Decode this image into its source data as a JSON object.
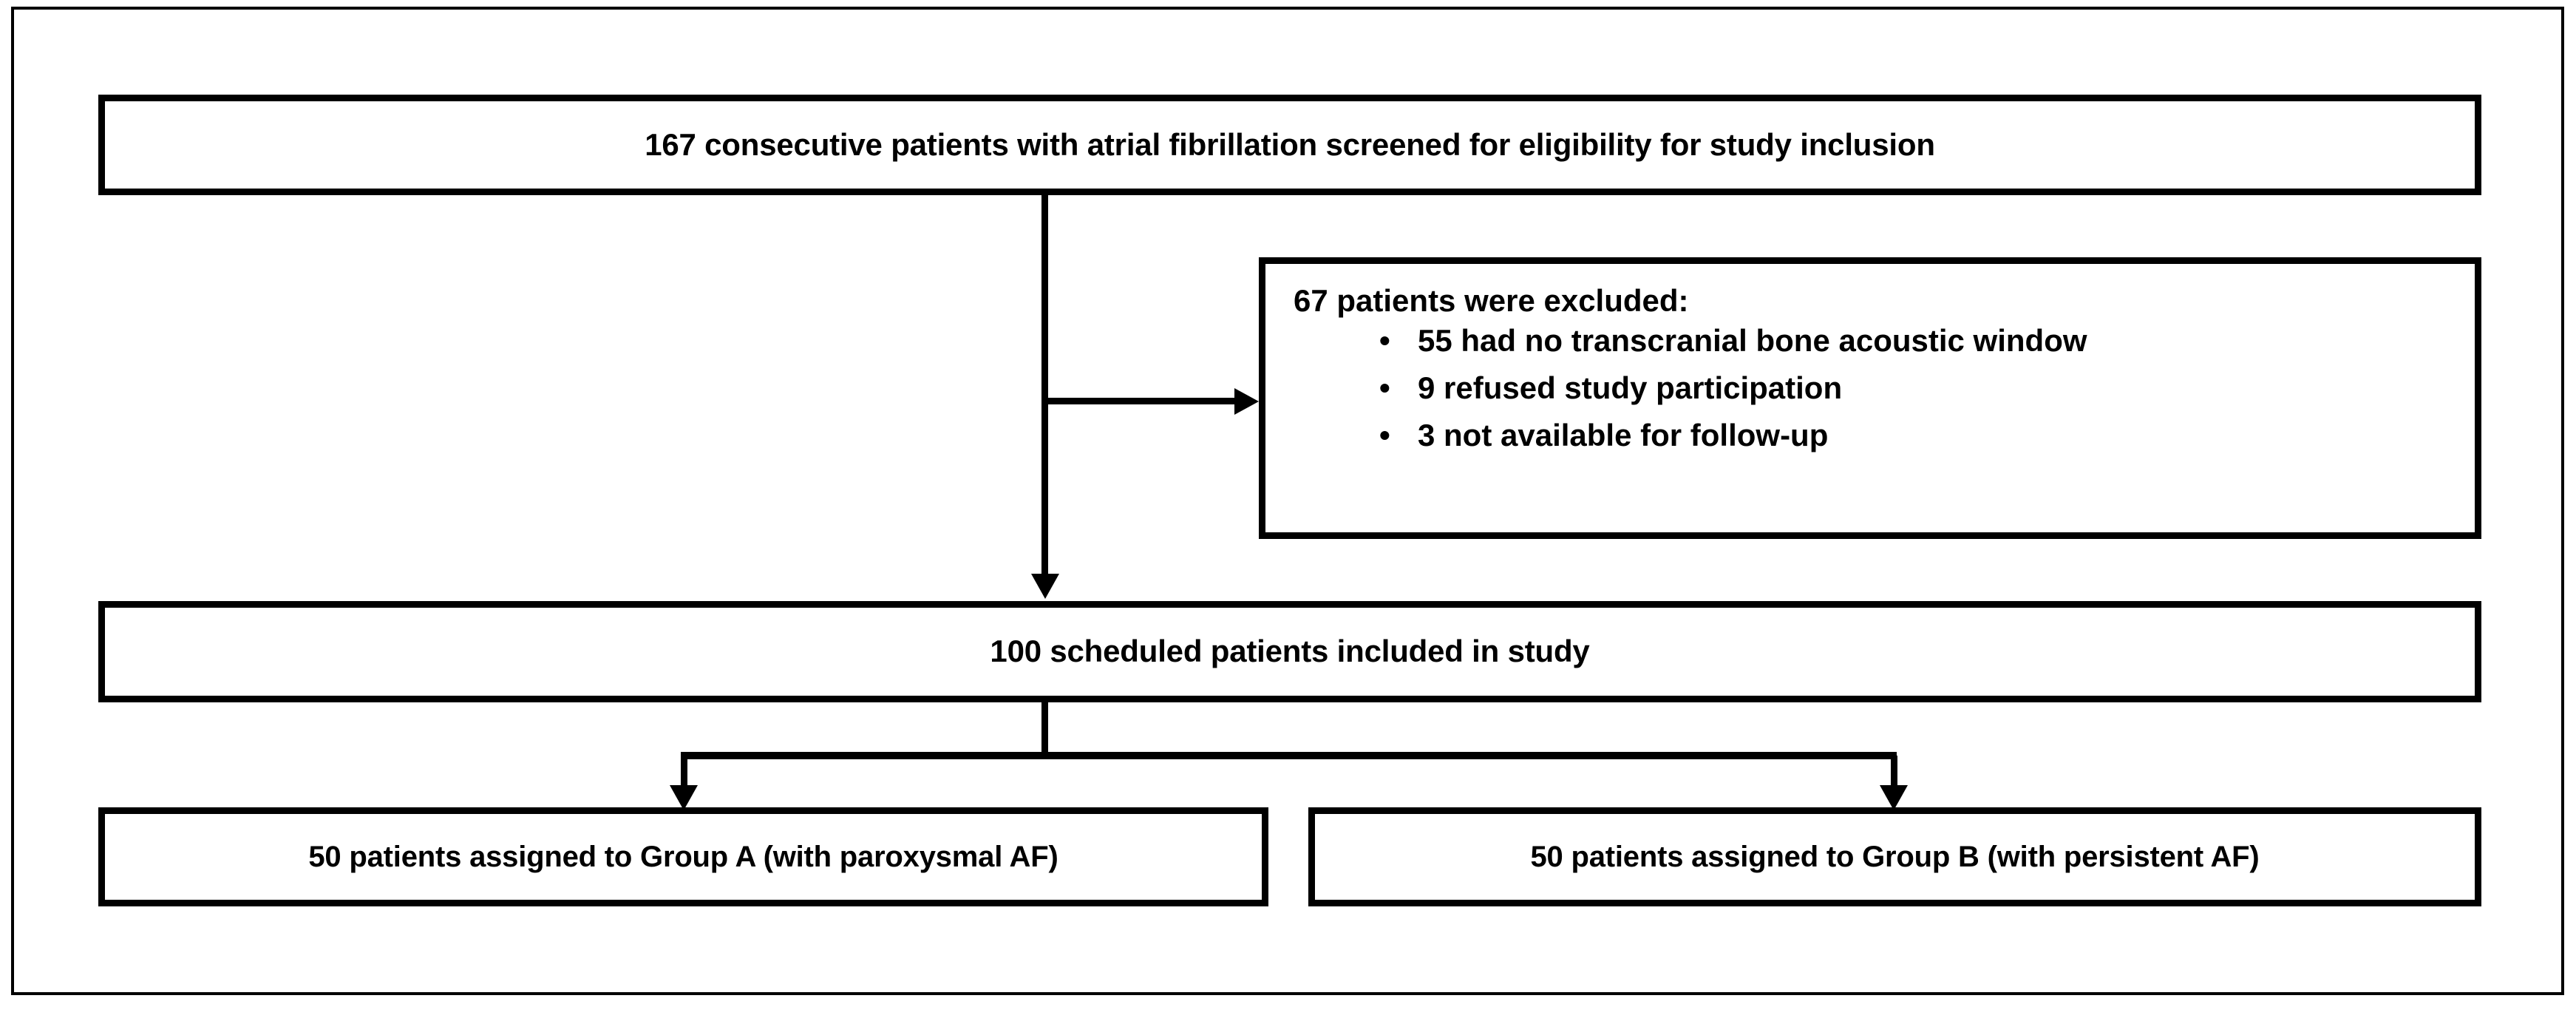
{
  "diagram": {
    "title": "Patient enrollment flow diagram",
    "type": "consort-flowchart",
    "colors": {
      "line": "#000000",
      "background": "#ffffff",
      "text": "#000000"
    },
    "boxes": {
      "screened": {
        "label": "167  consecutive patients with atrial fibrillation screened for eligibility for study inclusion",
        "count": 167
      },
      "excluded": {
        "heading": "67 patients were excluded:",
        "count": 67,
        "bullet_glyph": "•",
        "reasons": [
          {
            "label": "55 had no transcranial  bone acoustic window",
            "count": 55
          },
          {
            "label": "9 refused study participation",
            "count": 9
          },
          {
            "label": "3 not available for follow-up",
            "count": 3
          }
        ]
      },
      "included": {
        "label": "100  scheduled patients included in study",
        "count": 100
      },
      "group_a": {
        "label": "50 patients assigned to Group A (with paroxysmal AF)",
        "count": 50
      },
      "group_b": {
        "label": "50 patients assigned to Group B (with persistent AF)",
        "count": 50
      }
    }
  }
}
